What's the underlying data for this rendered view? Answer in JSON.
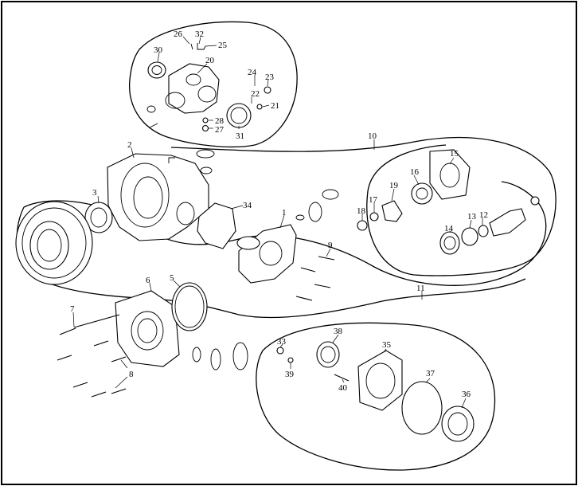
{
  "diagram": {
    "callouts": [
      {
        "id": "c1",
        "label": "1"
      },
      {
        "id": "c2",
        "label": "2"
      },
      {
        "id": "c3",
        "label": "3"
      },
      {
        "id": "c5",
        "label": "5"
      },
      {
        "id": "c6",
        "label": "6"
      },
      {
        "id": "c7",
        "label": "7"
      },
      {
        "id": "c8",
        "label": "8"
      },
      {
        "id": "c9",
        "label": "9"
      },
      {
        "id": "c10",
        "label": "10"
      },
      {
        "id": "c11",
        "label": "11"
      },
      {
        "id": "c12",
        "label": "12"
      },
      {
        "id": "c13",
        "label": "13"
      },
      {
        "id": "c14",
        "label": "14"
      },
      {
        "id": "c15",
        "label": "15"
      },
      {
        "id": "c16",
        "label": "16"
      },
      {
        "id": "c17",
        "label": "17"
      },
      {
        "id": "c18",
        "label": "18"
      },
      {
        "id": "c19",
        "label": "19"
      },
      {
        "id": "c20",
        "label": "20"
      },
      {
        "id": "c21",
        "label": "21"
      },
      {
        "id": "c22",
        "label": "22"
      },
      {
        "id": "c23",
        "label": "23"
      },
      {
        "id": "c24",
        "label": "24"
      },
      {
        "id": "c25",
        "label": "25"
      },
      {
        "id": "c26",
        "label": "26"
      },
      {
        "id": "c27",
        "label": "27"
      },
      {
        "id": "c28",
        "label": "28"
      },
      {
        "id": "c30",
        "label": "30"
      },
      {
        "id": "c31",
        "label": "31"
      },
      {
        "id": "c32",
        "label": "32"
      },
      {
        "id": "c33",
        "label": "33"
      },
      {
        "id": "c34",
        "label": "34"
      },
      {
        "id": "c35",
        "label": "35"
      },
      {
        "id": "c36",
        "label": "36"
      },
      {
        "id": "c37",
        "label": "37"
      },
      {
        "id": "c38",
        "label": "38"
      },
      {
        "id": "c39",
        "label": "39"
      },
      {
        "id": "c40",
        "label": "40"
      }
    ]
  }
}
